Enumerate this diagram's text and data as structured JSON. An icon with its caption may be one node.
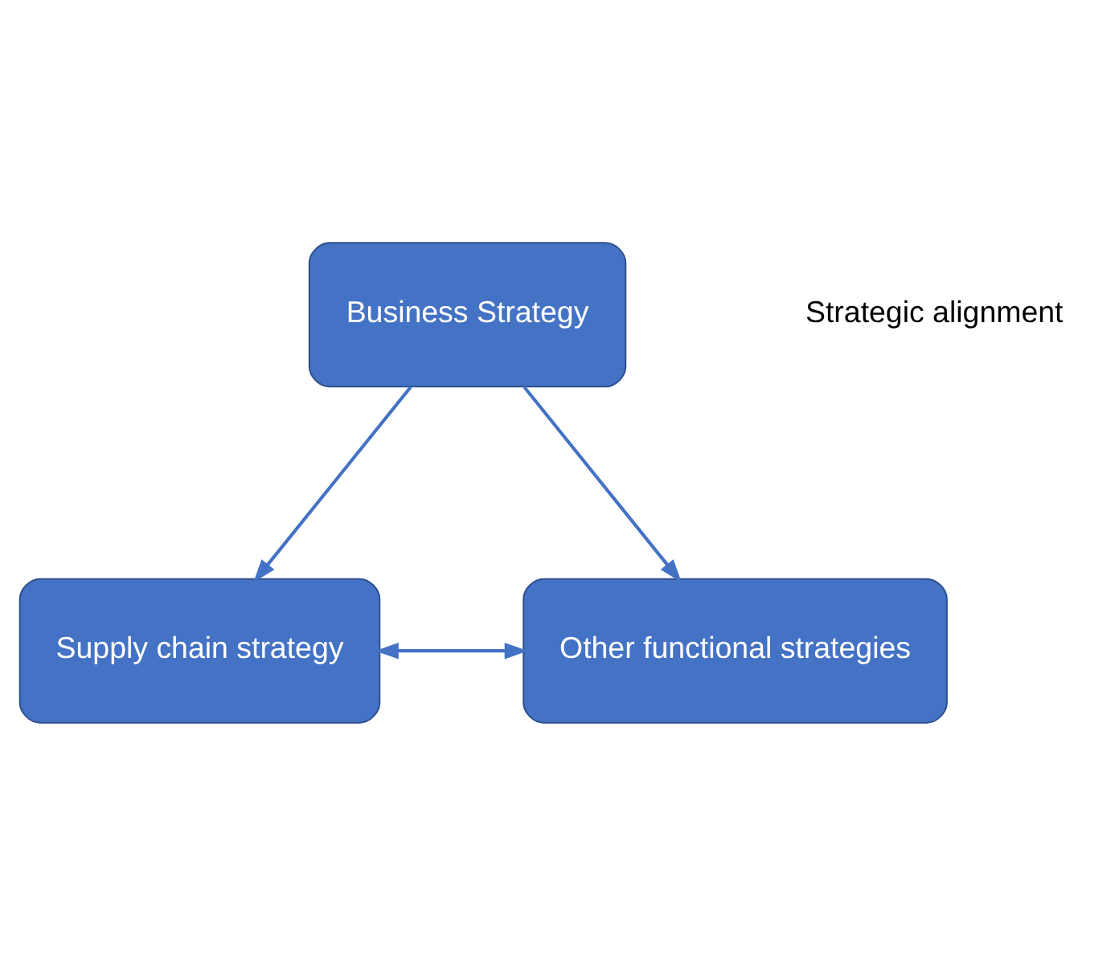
{
  "diagram": {
    "nodes": [
      {
        "text": [
          "Business Strategy"
        ]
      },
      {
        "text": [
          "Supply chain strategy"
        ]
      },
      {
        "text": [
          "Other functional strategies"
        ]
      }
    ],
    "edges": [
      {
        "from": 0,
        "to": 1,
        "arrow": "to"
      },
      {
        "from": 0,
        "to": 2,
        "arrow": "to"
      },
      {
        "from": 1,
        "to": 2,
        "arrow": "both"
      }
    ],
    "labels": [
      "Strategic alignment"
    ]
  }
}
